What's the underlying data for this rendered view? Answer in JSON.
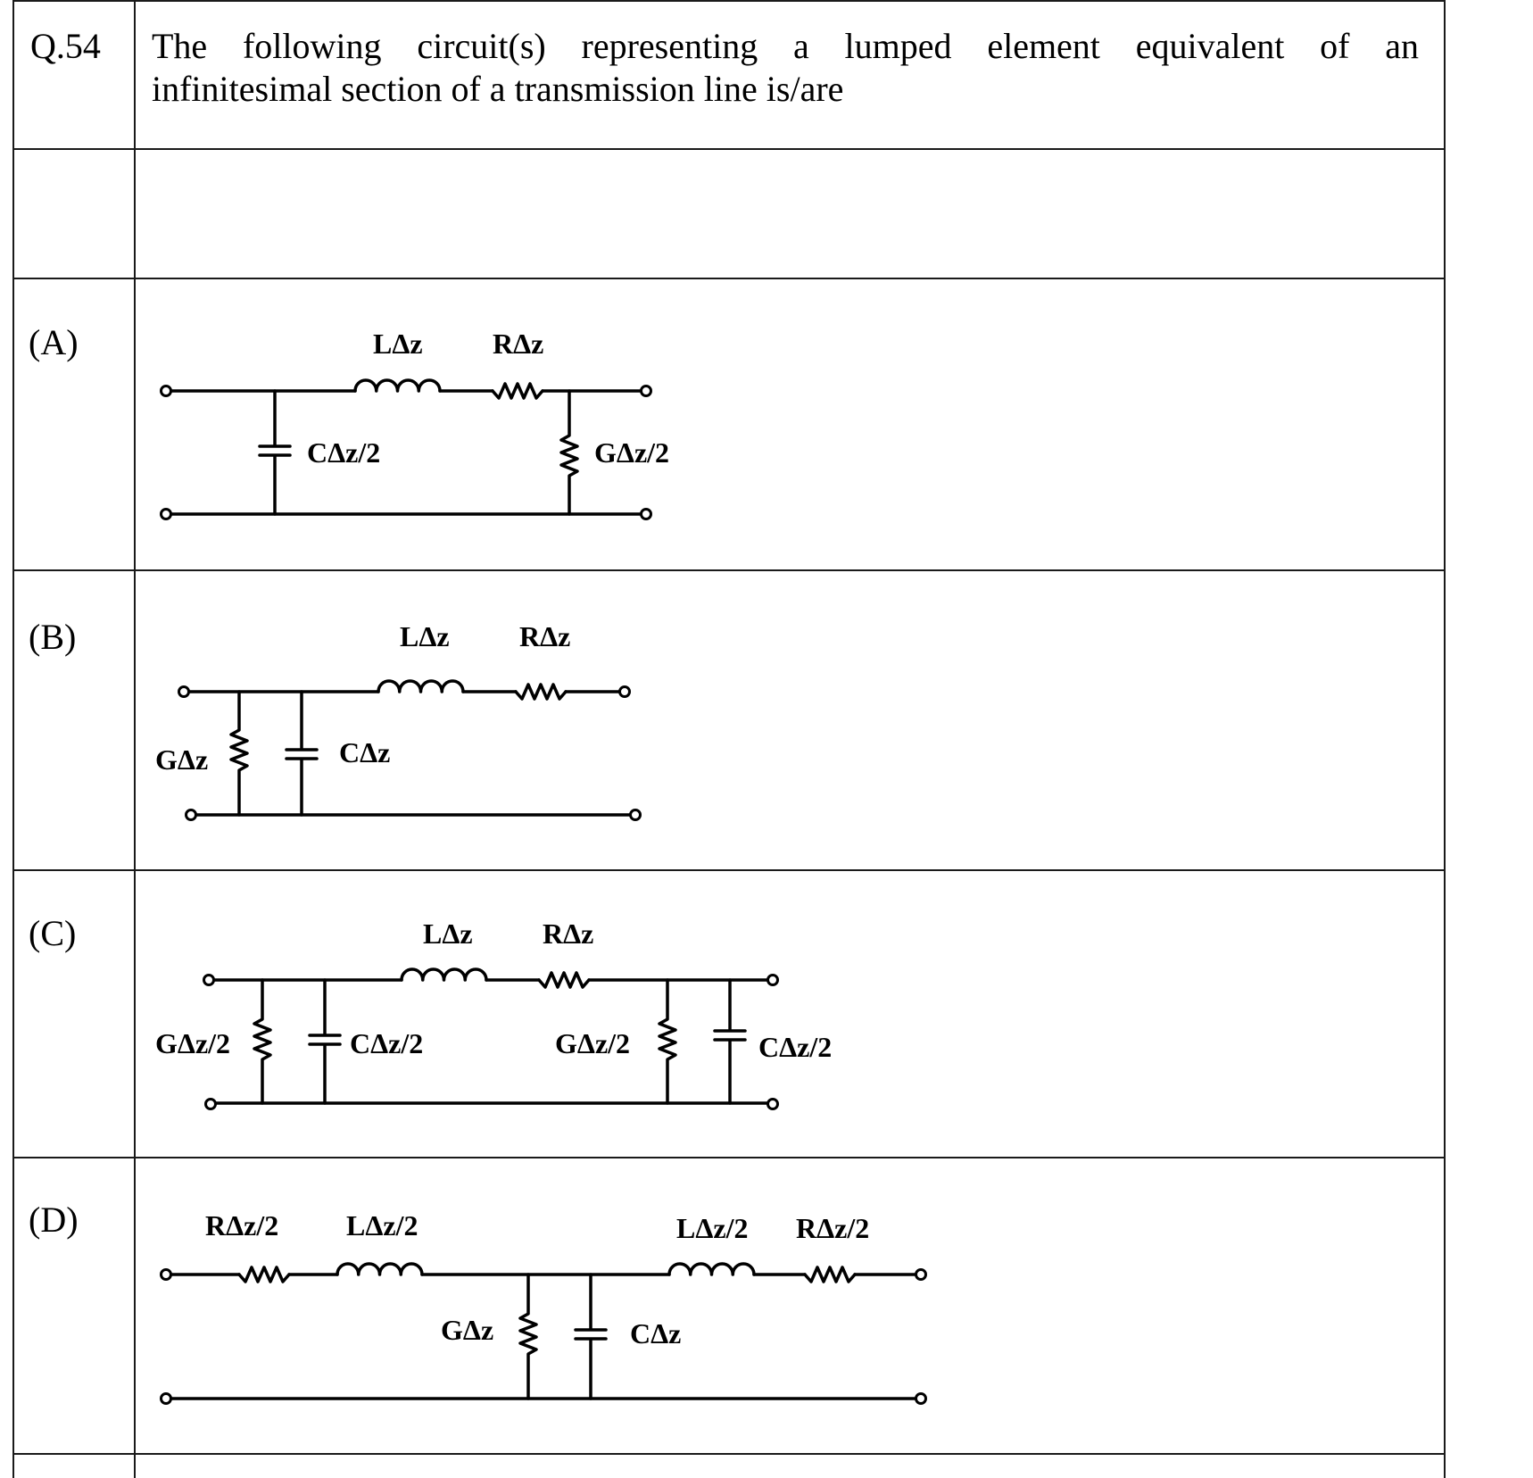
{
  "question": {
    "number": "Q.54",
    "text_line1": "The following circuit(s) representing a lumped element equivalent of an",
    "text_line2": "infinitesimal section of a transmission line is/are"
  },
  "options": [
    {
      "label": "(A)",
      "components": {
        "series_inductor": "LΔz",
        "series_resistor": "RΔz",
        "shunt_capacitor": "CΔz/2",
        "shunt_conductance": "GΔz/2"
      }
    },
    {
      "label": "(B)",
      "components": {
        "series_inductor": "LΔz",
        "series_resistor": "RΔz",
        "shunt_conductance": "GΔz",
        "shunt_capacitor": "CΔz"
      }
    },
    {
      "label": "(C)",
      "components": {
        "series_inductor": "LΔz",
        "series_resistor": "RΔz",
        "shunt_conductance_left": "GΔz/2",
        "shunt_capacitor_left": "CΔz/2",
        "shunt_conductance_right": "GΔz/2",
        "shunt_capacitor_right": "CΔz/2"
      }
    },
    {
      "label": "(D)",
      "components": {
        "series_resistor_left": "RΔz/2",
        "series_inductor_left": "LΔz/2",
        "shunt_conductance": "GΔz",
        "shunt_capacitor": "CΔz",
        "series_inductor_right": "LΔz/2",
        "series_resistor_right": "RΔz/2"
      }
    }
  ]
}
